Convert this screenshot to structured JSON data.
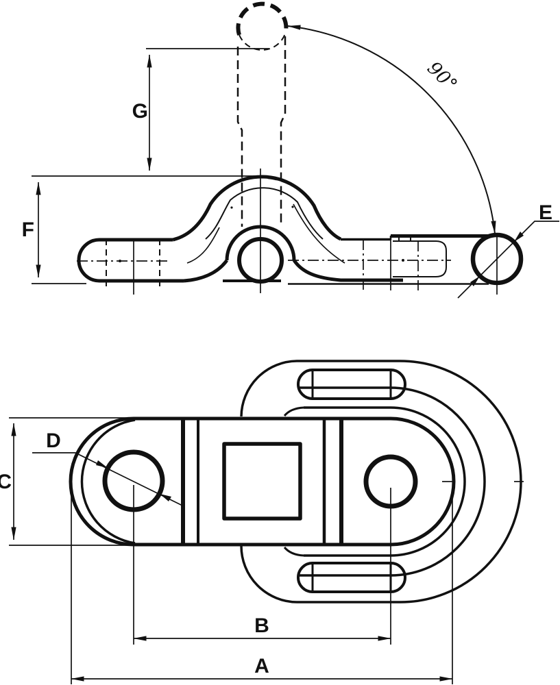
{
  "drawing": {
    "background": "#ffffff",
    "line_color": "#111111",
    "side_view": {
      "dim_g": "G",
      "dim_f": "F",
      "dim_e": "E",
      "angle": "90°"
    },
    "plan_view": {
      "dim_a": "A",
      "dim_b": "B",
      "dim_c": "C",
      "dim_d": "D"
    }
  }
}
